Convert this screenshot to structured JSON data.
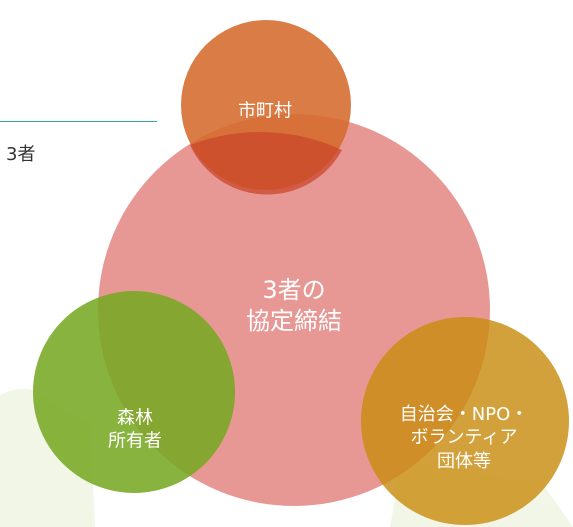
{
  "left_text": "3者",
  "circles": {
    "top": {
      "label": "市町村",
      "color": "#d56a2c"
    },
    "center": {
      "lines": [
        "3者の",
        "協定締結"
      ],
      "color": "#e48a86"
    },
    "bottom_left": {
      "lines": [
        "森林",
        "所有者"
      ],
      "color": "#78a823"
    },
    "bottom_right": {
      "lines": [
        "自治会・NPO・",
        "ボランティア",
        "団体等"
      ],
      "color": "#c98c10"
    }
  },
  "colors": {
    "accent_line": "#3aa6a8",
    "background_tint": "#dce9bf"
  }
}
